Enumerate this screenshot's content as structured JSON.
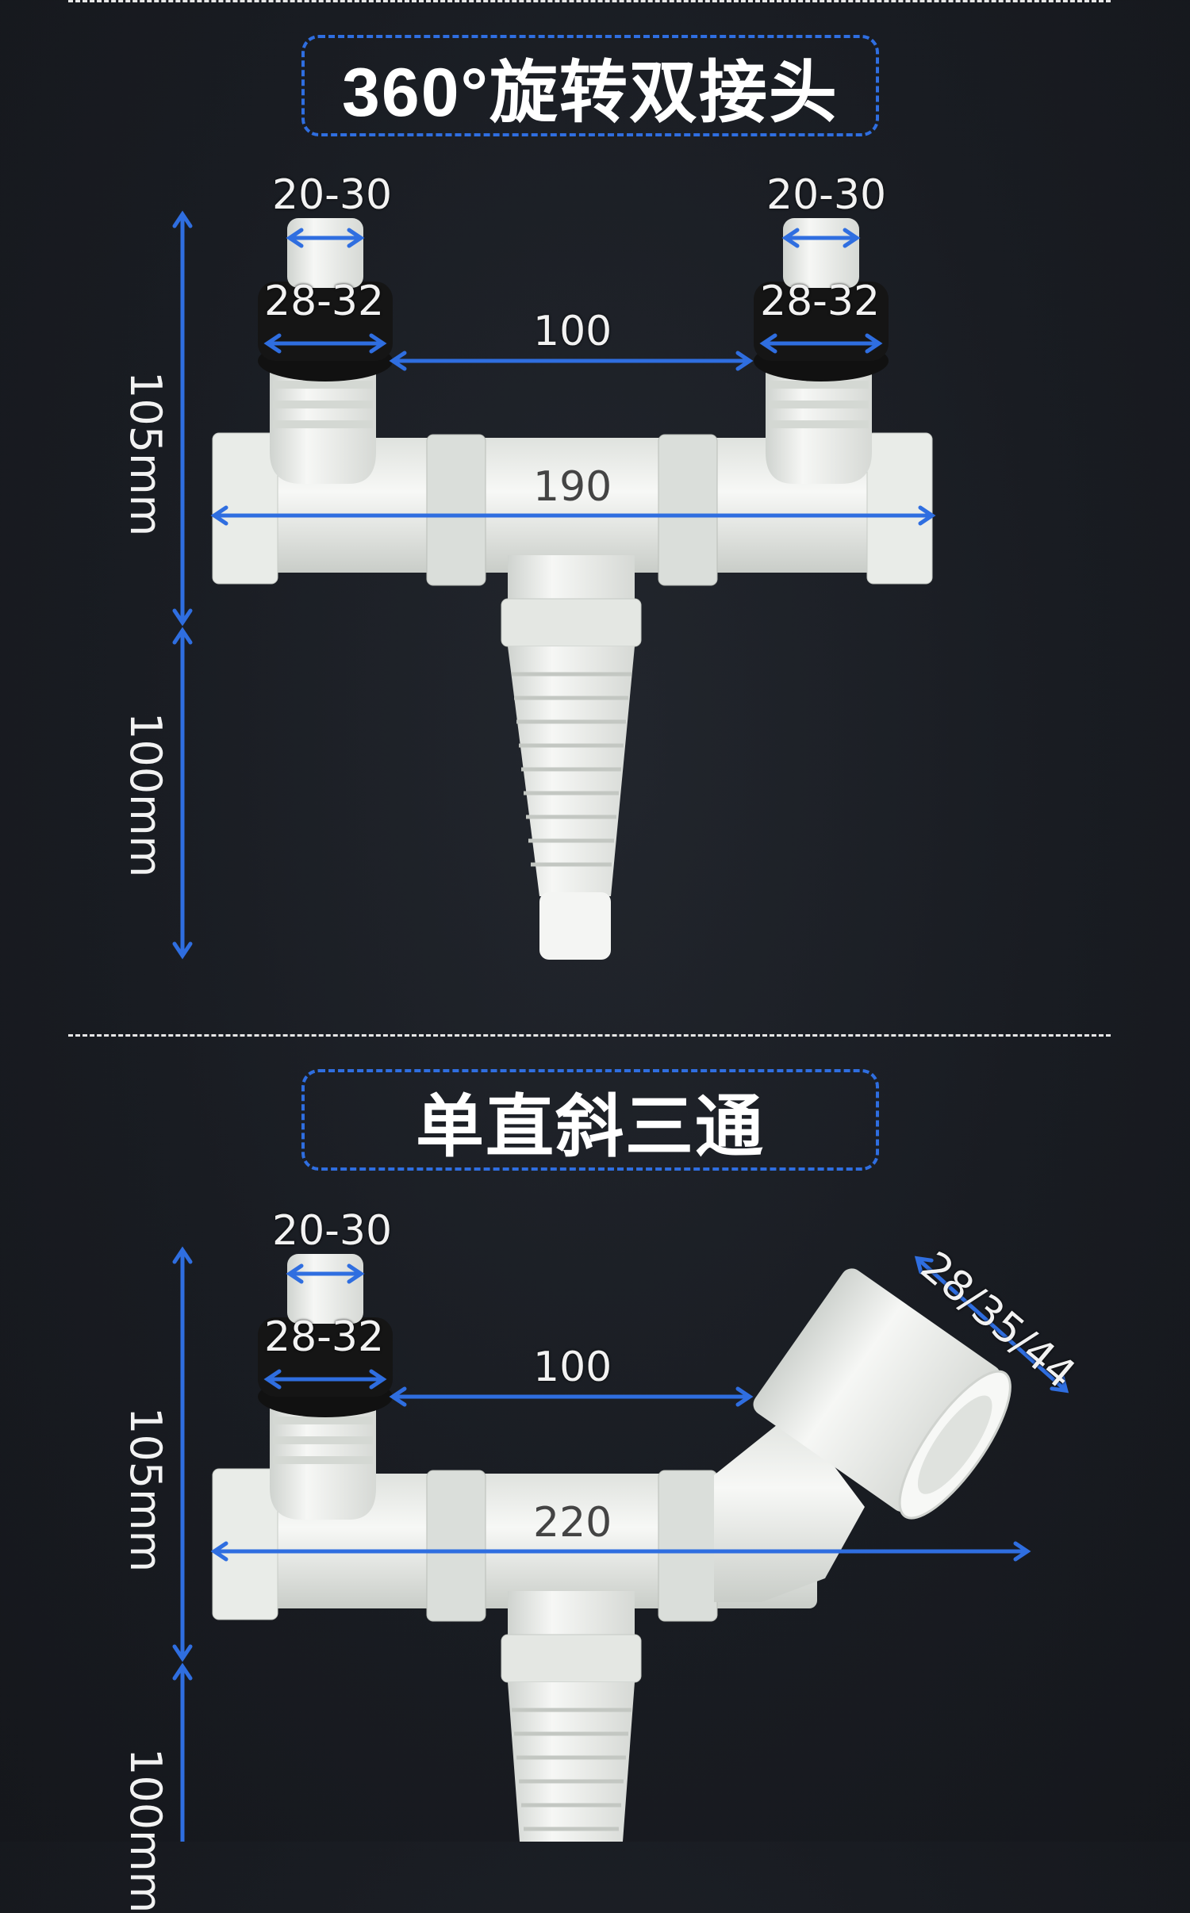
{
  "section1": {
    "title": "360°旋转双接头",
    "left_top_dim": "20-30",
    "left_mid_dim": "28-32",
    "right_top_dim": "20-30",
    "right_mid_dim": "28-32",
    "span_dim": "100",
    "length_dim": "190",
    "height_upper": "105mm",
    "height_lower": "100mm"
  },
  "section2": {
    "title": "单直斜三通",
    "top_dim": "20-30",
    "mid_dim": "28-32",
    "span_dim": "100",
    "length_dim": "220",
    "angled_dim": "28/35/44",
    "height_upper": "105mm",
    "height_lower": "100mm"
  },
  "colors": {
    "accent": "#2f6ee0",
    "background": "#1b1e24",
    "pipe": "#eef0ee"
  }
}
